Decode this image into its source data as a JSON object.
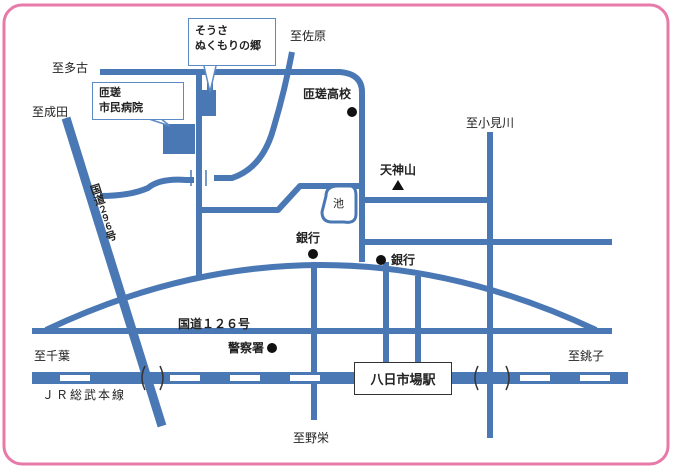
{
  "colors": {
    "road": "#4a78b5",
    "frame": "#e87aa9",
    "building": "#4a78b5",
    "callout_border": "#5b8ac6",
    "rail_dark": "#4a78b5",
    "rail_light": "#ffffff"
  },
  "labels": {
    "to_tago": "至多古",
    "to_sawara": "至佐原",
    "to_narita": "至成田",
    "to_omigawa": "至小見川",
    "to_chiba": "至千葉",
    "to_choshi": "至銚子",
    "to_noe": "至野栄",
    "route296_a": "国道",
    "route296_b": "２９６",
    "route296_c": "号",
    "route126": "国道１２６号",
    "high_school": "匝瑳高校",
    "tenjinyama": "天神山",
    "pond": "池",
    "bank1": "銀行",
    "bank2": "銀行",
    "police": "警察署",
    "station": "八日市場駅",
    "jr_line": "ＪＲ総武本線",
    "hospital_line1": "匝瑳",
    "hospital_line2": "市民病院",
    "facility_line1": "そうさ",
    "facility_line2": "ぬくもりの郷"
  },
  "icons": {
    "school": "black-dot-icon",
    "bank": "black-dot-icon",
    "police": "black-dot-icon",
    "mountain": "black-triangle-icon",
    "building": "blue-square-icon"
  }
}
